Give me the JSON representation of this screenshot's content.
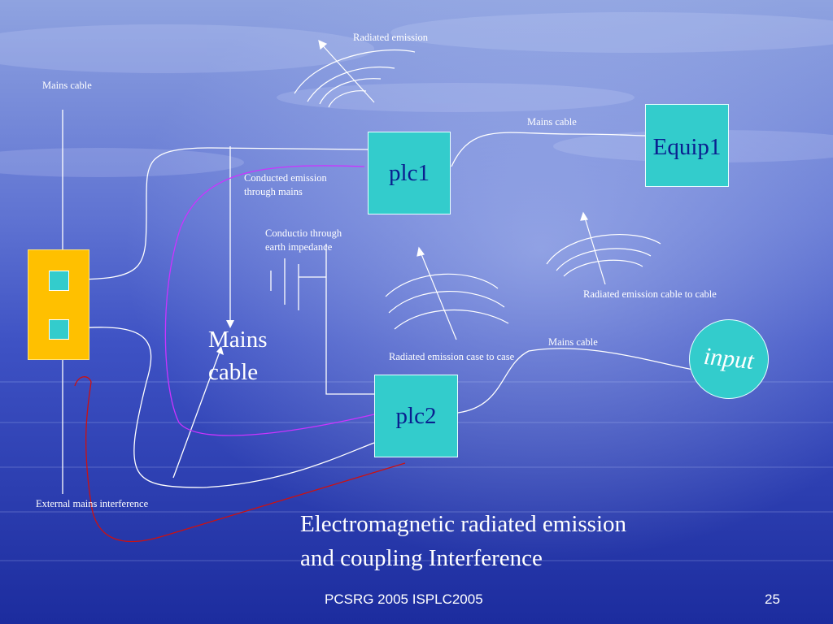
{
  "colors": {
    "sky_top": "#9aaee6",
    "sea_bottom": "#1a2ba0",
    "box_fill": "#33cccc",
    "box_text": "#0a1f8f",
    "socket_fill": "#ffc000",
    "wire_white": "#ffffff",
    "wire_magenta": "#cc33ff",
    "wire_red": "#cc1111"
  },
  "labels": {
    "radiated_top": "Radiated emission",
    "mains_cable_left": "Mains cable",
    "mains_cable_right": "Mains cable",
    "conducted": [
      "Conducted emission",
      "through mains"
    ],
    "conductio": [
      "Conductio through",
      "earth impedance"
    ],
    "radiated_cable": "Radiated emission cable to cable",
    "radiated_case": "Radiated emission case to case",
    "mains_cable_lower": "Mains cable",
    "external": "External mains interference",
    "mains_big": [
      "Mains",
      "cable"
    ]
  },
  "boxes": {
    "plc1": "plc1",
    "plc2": "plc2",
    "equip1": "Equip1",
    "input": "input"
  },
  "title": [
    "Electromagnetic radiated emission",
    "and coupling Interference"
  ],
  "footer": {
    "left": "PCSRG 2005 ISPLC2005",
    "page": "25"
  }
}
